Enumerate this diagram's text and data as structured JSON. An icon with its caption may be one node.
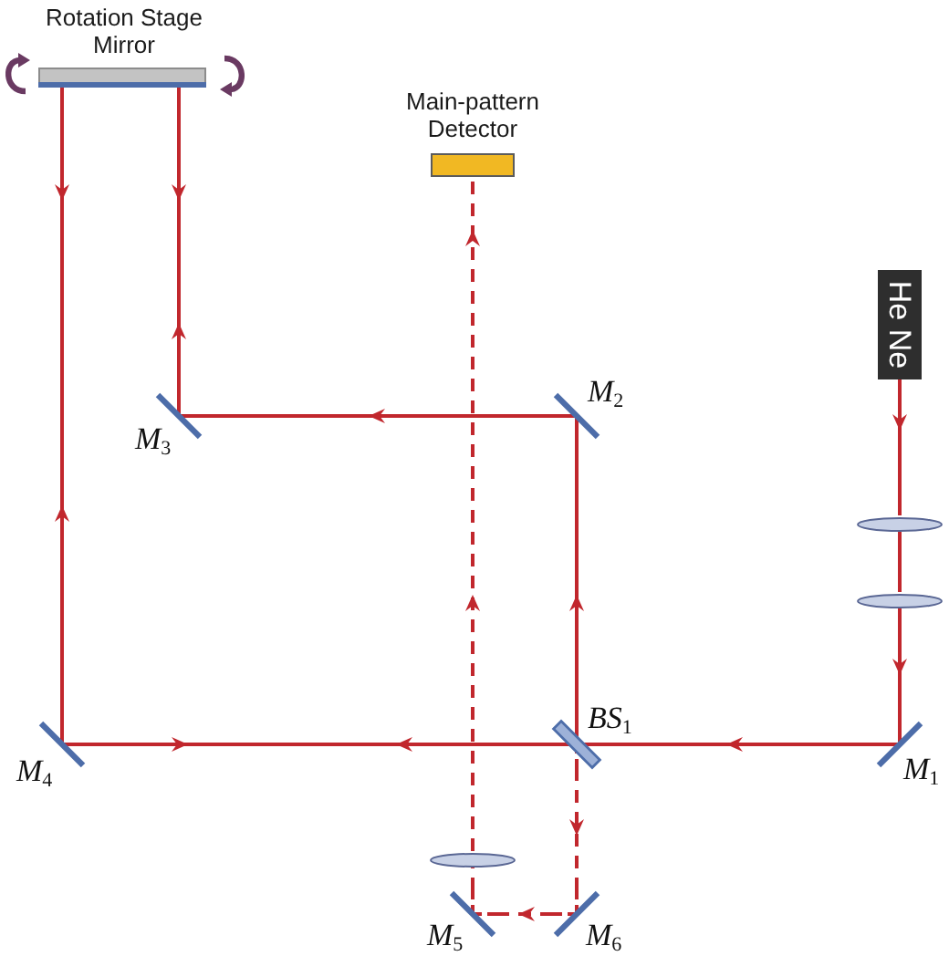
{
  "diagram": {
    "nodes": [
      {
        "text": [
          "Rotation Stage Mirror"
        ]
      },
      {
        "text": [
          "Main-pattern Detector"
        ]
      },
      {
        "text": [
          "He Ne"
        ]
      },
      {
        "text": [],
        "shape": "bar",
        "beside": [
          "*M*$_{3}$"
        ]
      },
      {
        "text": [],
        "shape": "bar",
        "beside": [
          "*M*$_{2}$"
        ]
      },
      {
        "text": [],
        "shape": "ellipse"
      },
      {
        "text": [],
        "shape": "ellipse"
      },
      {
        "text": [],
        "shape": "bar",
        "beside": [
          "*M*$_{4}$"
        ]
      },
      {
        "text": [],
        "shape": "bar",
        "beside": [
          "*BS*$_{1}$"
        ]
      },
      {
        "text": [],
        "shape": "bar",
        "beside": [
          "*M*$_{1}$"
        ]
      },
      {
        "text": [],
        "shape": "ellipse"
      },
      {
        "text": [],
        "shape": "bar",
        "beside": [
          "*M*$_{5}$"
        ]
      },
      {
        "text": [],
        "shape": "bar",
        "beside": [
          "*M*$_{6}$"
        ]
      }
    ],
    "edges": [
      {
        "from": 2,
        "to": 5,
        "arrow": "to"
      },
      {
        "from": 5,
        "to": 6,
        "arrow": "none"
      },
      {
        "from": 6,
        "to": 9,
        "arrow": "to"
      },
      {
        "from": 9,
        "to": 8,
        "arrow": "to"
      },
      {
        "from": 8,
        "to": 4,
        "arrow": "to"
      },
      {
        "from": 4,
        "to": 3,
        "arrow": "to"
      },
      {
        "from": 0,
        "to": 3,
        "arrow": "both"
      },
      {
        "from": 0,
        "to": 7,
        "arrow": "both"
      },
      {
        "from": 7,
        "to": 8,
        "arrow": "both"
      },
      {
        "from": 8,
        "to": 12,
        "arrow": "to",
        "style": "dashed"
      },
      {
        "from": 12,
        "to": 11,
        "arrow": "to",
        "style": "dashed"
      },
      {
        "from": 11,
        "to": 10,
        "arrow": "none",
        "style": "dashed"
      },
      {
        "from": 10,
        "to": 1,
        "arrow": "to",
        "style": "dashed"
      }
    ]
  }
}
